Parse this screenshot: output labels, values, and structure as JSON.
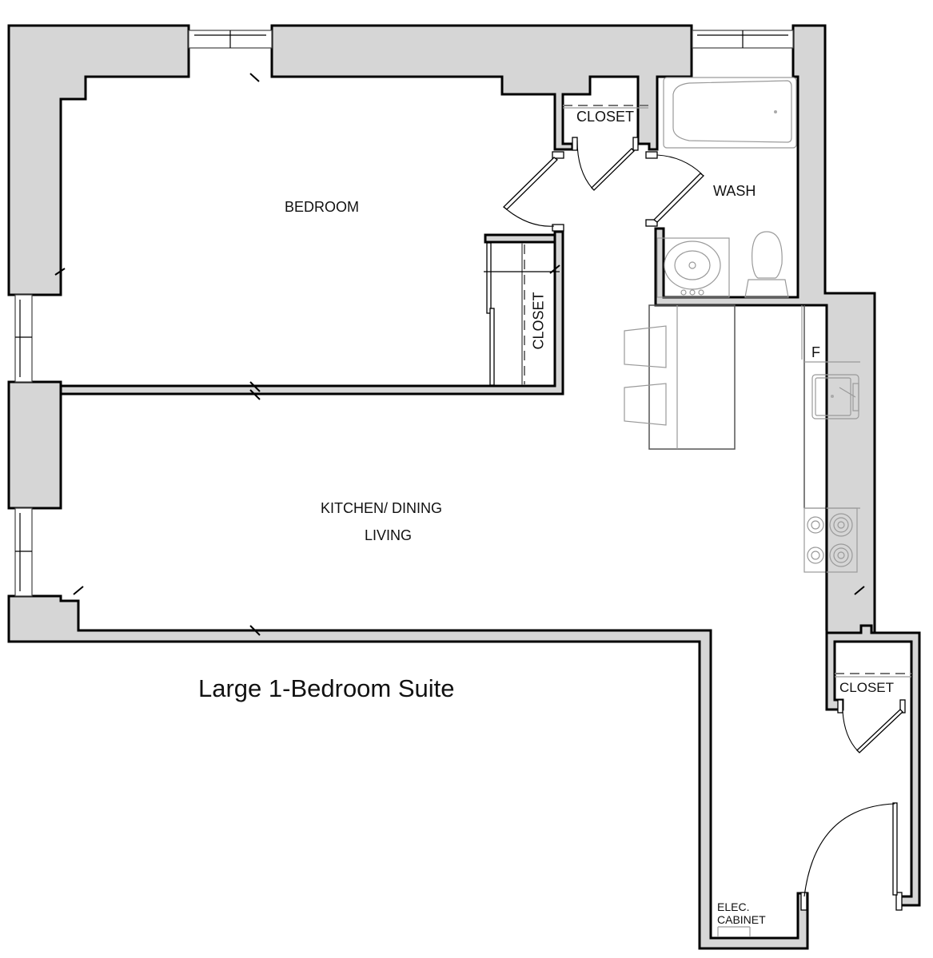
{
  "plan": {
    "title": "Large 1-Bedroom Suite",
    "rooms": {
      "bedroom": "BEDROOM",
      "bedroom_closet": "CLOSET",
      "hall_closet_top": "CLOSET",
      "wash": "WASH",
      "kitchen_line1": "KITCHEN/ DINING",
      "kitchen_line2": "LIVING",
      "entry_closet": "CLOSET",
      "fridge": "F",
      "elec_line1": "ELEC.",
      "elec_line2": "CABINET"
    },
    "colors": {
      "wall_fill": "#d6d6d6",
      "wall_stroke": "#000000",
      "fixture_stroke": "#9a9a9a",
      "background": "#ffffff"
    }
  }
}
